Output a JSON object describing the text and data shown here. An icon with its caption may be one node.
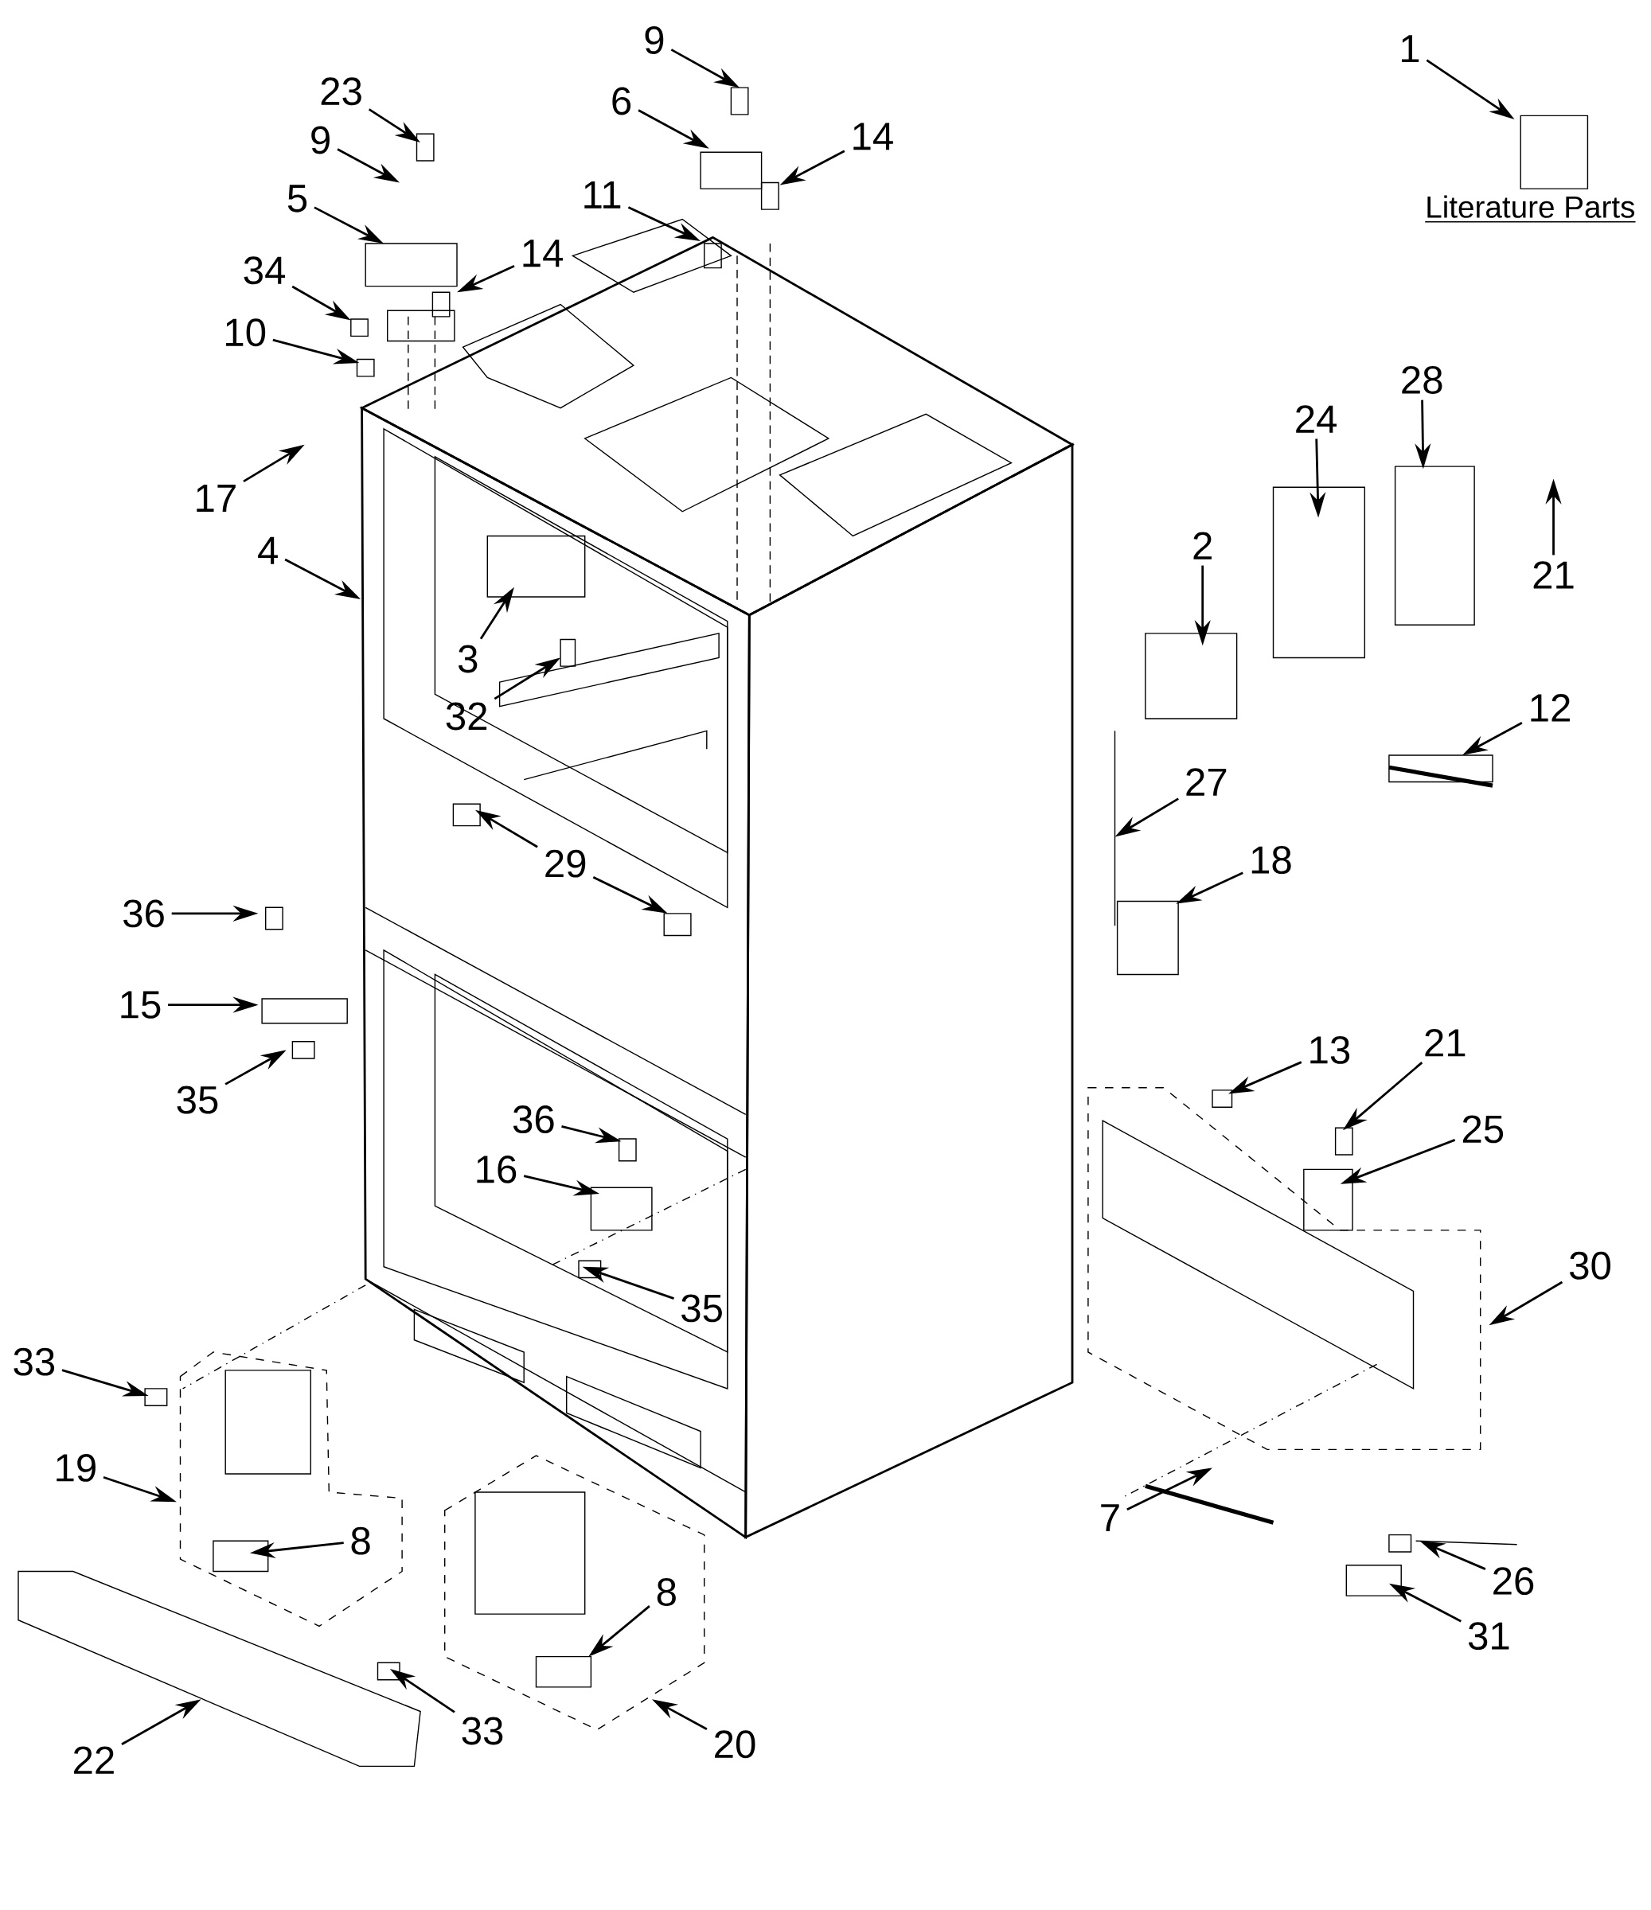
{
  "diagram": {
    "nodes": [
      {
        "text": [
          "1"
        ]
      },
      {
        "text": [
          "9"
        ]
      },
      {
        "text": [
          "23"
        ]
      },
      {
        "text": [
          "6"
        ]
      },
      {
        "text": [
          "14"
        ]
      },
      {
        "text": [
          "9"
        ]
      },
      {
        "text": [
          "11"
        ]
      },
      {
        "text": [
          "5"
        ]
      },
      {
        "text": [
          "14"
        ]
      },
      {
        "text": [
          "34"
        ]
      },
      {
        "text": [
          "10"
        ]
      },
      {
        "text": [
          "28"
        ]
      },
      {
        "text": [
          "24"
        ]
      },
      {
        "text": [
          "17"
        ]
      },
      {
        "text": [
          "4"
        ]
      },
      {
        "text": [
          "2"
        ]
      },
      {
        "text": [
          "21"
        ]
      },
      {
        "text": [
          "3"
        ]
      },
      {
        "text": [
          "32"
        ]
      },
      {
        "text": [
          "12"
        ]
      },
      {
        "text": [
          "27"
        ]
      },
      {
        "text": [
          "18"
        ]
      },
      {
        "text": [
          "29"
        ]
      },
      {
        "text": [
          "36"
        ]
      },
      {
        "text": [
          "15"
        ]
      },
      {
        "text": [
          "21"
        ]
      },
      {
        "text": [
          "13"
        ]
      },
      {
        "text": [
          "35"
        ]
      },
      {
        "text": [
          "36"
        ]
      },
      {
        "text": [
          "25"
        ]
      },
      {
        "text": [
          "16"
        ]
      },
      {
        "text": [
          "30"
        ]
      },
      {
        "text": [
          "35"
        ]
      },
      {
        "text": [
          "33"
        ]
      },
      {
        "text": [
          "19"
        ]
      },
      {
        "text": [
          "7"
        ]
      },
      {
        "text": [
          "8"
        ]
      },
      {
        "text": [
          "26"
        ]
      },
      {
        "text": [
          "8"
        ]
      },
      {
        "text": [
          "31"
        ]
      },
      {
        "text": [
          "33"
        ]
      },
      {
        "text": [
          "20"
        ]
      },
      {
        "text": [
          "22"
        ]
      }
    ],
    "edges": [
      {
        "from": 0,
        "to": null,
        "arrow": "to"
      },
      {
        "from": 1,
        "to": null,
        "arrow": "to"
      },
      {
        "from": 2,
        "to": null,
        "arrow": "to"
      },
      {
        "from": 3,
        "to": null,
        "arrow": "to"
      },
      {
        "from": 4,
        "to": null,
        "arrow": "to"
      },
      {
        "from": 5,
        "to": null,
        "arrow": "to"
      },
      {
        "from": 6,
        "to": null,
        "arrow": "to"
      },
      {
        "from": 7,
        "to": null,
        "arrow": "to"
      },
      {
        "from": 8,
        "to": null,
        "arrow": "to"
      },
      {
        "from": 9,
        "to": null,
        "arrow": "to"
      },
      {
        "from": 10,
        "to": null,
        "arrow": "to"
      },
      {
        "from": 11,
        "to": null,
        "arrow": "to"
      },
      {
        "from": 12,
        "to": null,
        "arrow": "to"
      },
      {
        "from": 13,
        "to": null,
        "arrow": "to"
      },
      {
        "from": 14,
        "to": null,
        "arrow": "to"
      },
      {
        "from": 15,
        "to": null,
        "arrow": "to"
      },
      {
        "from": 16,
        "to": null,
        "arrow": "to"
      },
      {
        "from": 17,
        "to": null,
        "arrow": "to"
      },
      {
        "from": 18,
        "to": null,
        "arrow": "to"
      },
      {
        "from": 19,
        "to": null,
        "arrow": "to"
      },
      {
        "from": 20,
        "to": null,
        "arrow": "to"
      },
      {
        "from": 21,
        "to": null,
        "arrow": "to"
      },
      {
        "from": 22,
        "to": null,
        "arrow": "to"
      },
      {
        "from": 22,
        "to": null,
        "arrow": "to"
      },
      {
        "from": 23,
        "to": null,
        "arrow": "to"
      },
      {
        "from": 24,
        "to": null,
        "arrow": "to"
      },
      {
        "from": 25,
        "to": null,
        "arrow": "to"
      },
      {
        "from": 26,
        "to": null,
        "arrow": "to"
      },
      {
        "from": 27,
        "to": null,
        "arrow": "to"
      },
      {
        "from": 28,
        "to": null,
        "arrow": "to"
      },
      {
        "from": 29,
        "to": null,
        "arrow": "to"
      },
      {
        "from": 30,
        "to": null,
        "arrow": "to"
      },
      {
        "from": 31,
        "to": null,
        "arrow": "to"
      },
      {
        "from": 32,
        "to": null,
        "arrow": "to"
      },
      {
        "from": 33,
        "to": null,
        "arrow": "to"
      },
      {
        "from": 34,
        "to": null,
        "arrow": "to"
      },
      {
        "from": 35,
        "to": null,
        "arrow": "to"
      },
      {
        "from": 36,
        "to": null,
        "arrow": "to"
      },
      {
        "from": 37,
        "to": null,
        "arrow": "to"
      },
      {
        "from": 38,
        "to": null,
        "arrow": "to"
      },
      {
        "from": 39,
        "to": null,
        "arrow": "to"
      },
      {
        "from": 40,
        "to": null,
        "arrow": "to"
      },
      {
        "from": 41,
        "to": null,
        "arrow": "to"
      },
      {
        "from": 42,
        "to": null,
        "arrow": "to"
      }
    ],
    "labels": [
      "Literature Parts"
    ]
  }
}
